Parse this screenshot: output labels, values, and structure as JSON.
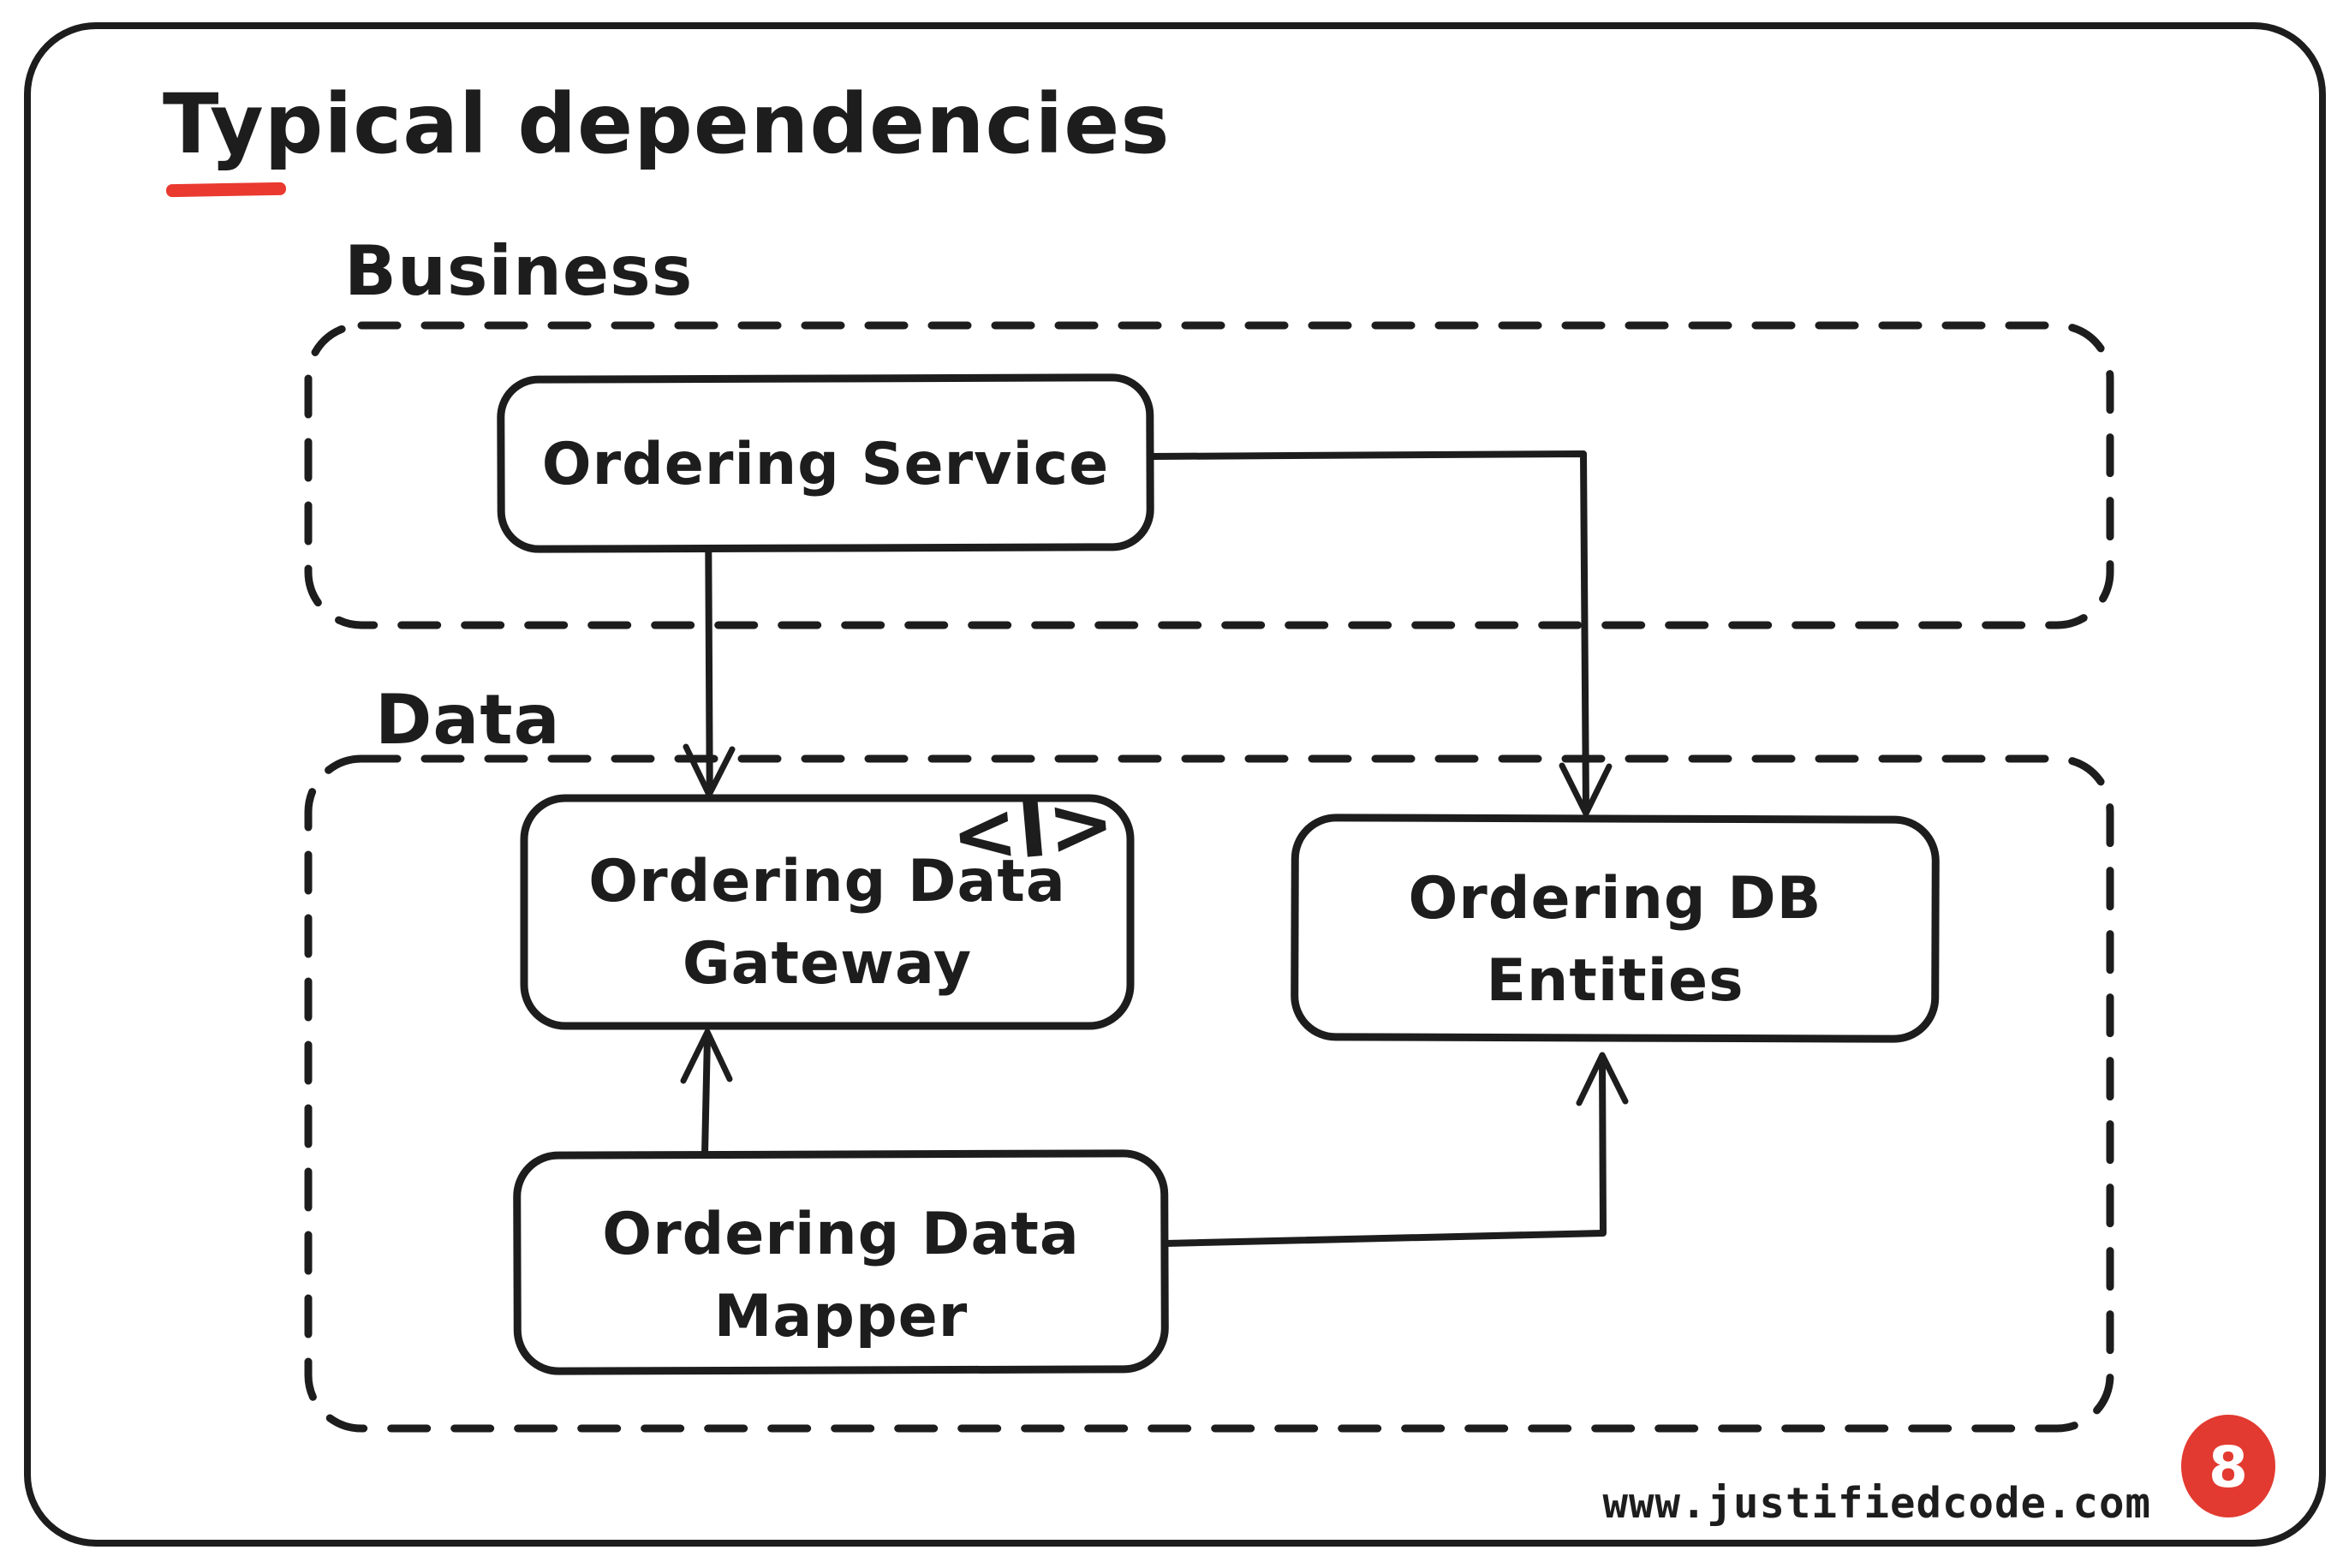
{
  "page": {
    "background": "#ffffff",
    "ink_color": "#1d1d1d",
    "accent_red": "#ea392f",
    "badge_red": "#e23a30"
  },
  "title": {
    "text": "Typical dependencies"
  },
  "footer": {
    "website": "www.justifiedcode.com",
    "page_number": "8"
  },
  "diagram": {
    "type": "dependency-diagram",
    "interface_marker": "<I>",
    "layers": [
      {
        "id": "business",
        "label": "Business",
        "style": "dashed-rounded-rect"
      },
      {
        "id": "data",
        "label": "Data",
        "style": "dashed-rounded-rect"
      }
    ],
    "nodes": [
      {
        "id": "ordering-service",
        "layer": "business",
        "label": "Ordering Service",
        "lines": [
          "Ordering Service"
        ]
      },
      {
        "id": "ordering-data-gateway",
        "layer": "data",
        "label": "Ordering Data Gateway",
        "lines": [
          "Ordering Data",
          "Gateway"
        ],
        "stereotype": "<I>"
      },
      {
        "id": "ordering-db-entities",
        "layer": "data",
        "label": "Ordering DB Entities",
        "lines": [
          "Ordering DB",
          "Entities"
        ]
      },
      {
        "id": "ordering-data-mapper",
        "layer": "data",
        "label": "Ordering Data Mapper",
        "lines": [
          "Ordering Data",
          "Mapper"
        ]
      }
    ],
    "edges": [
      {
        "from": "ordering-service",
        "to": "ordering-data-gateway",
        "style": "solid-arrow",
        "route": "straight-down"
      },
      {
        "from": "ordering-service",
        "to": "ordering-db-entities",
        "style": "solid-arrow",
        "route": "right-then-down"
      },
      {
        "from": "ordering-data-mapper",
        "to": "ordering-data-gateway",
        "style": "solid-arrow",
        "route": "straight-up"
      },
      {
        "from": "ordering-data-mapper",
        "to": "ordering-db-entities",
        "style": "solid-arrow",
        "route": "right-then-up"
      }
    ]
  }
}
